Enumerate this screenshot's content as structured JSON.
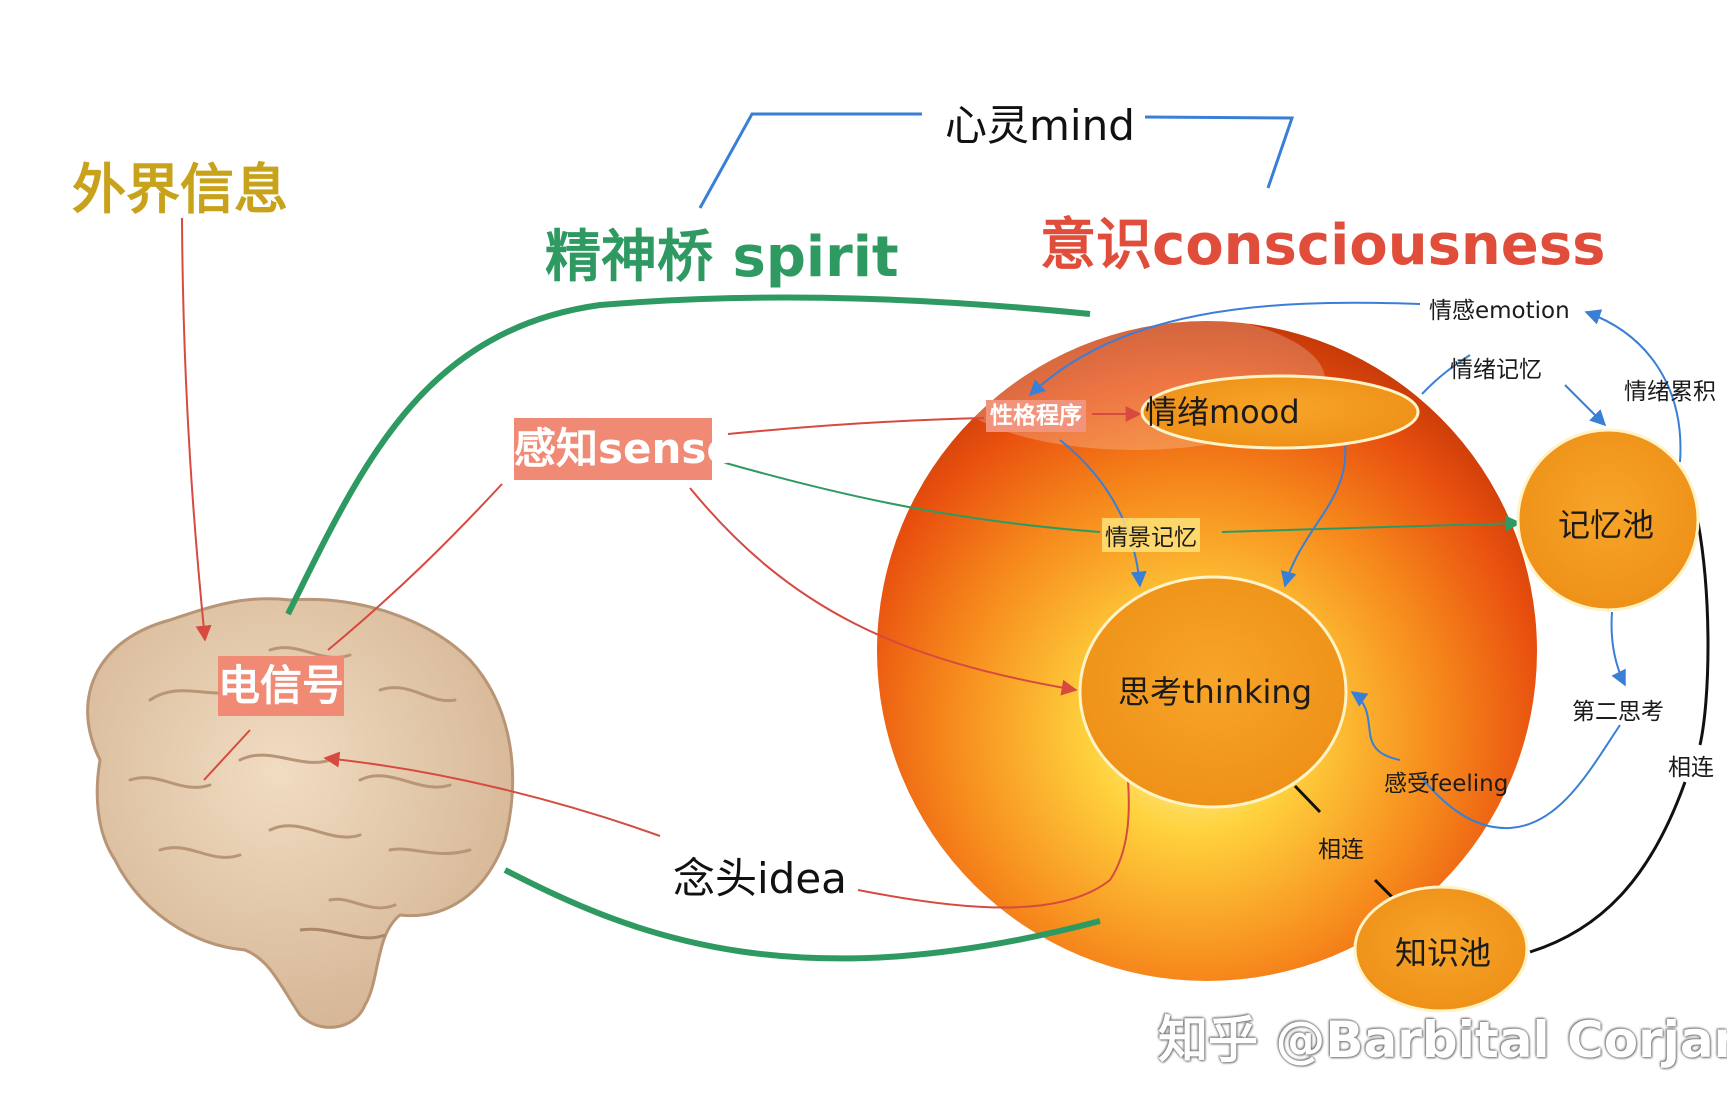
{
  "labels": {
    "mind": "心灵mind",
    "outside_info": "外界信息",
    "spirit": "精神桥 spirit",
    "consciousness": "意识consciousness",
    "sense": "感知sense",
    "electric_signal": "电信号",
    "idea": "念头idea",
    "personality_program": "性格程序",
    "mood": "情绪mood",
    "thinking": "思考thinking",
    "episodic_memory": "情景记忆",
    "emotion": "情感emotion",
    "emotional_memory": "情绪记忆",
    "emotion_accumulation": "情绪累积",
    "memory_pool": "记忆池",
    "second_thinking": "第二思考",
    "feeling": "感受feeling",
    "connected_1": "相连",
    "connected_2": "相连",
    "knowledge_pool": "知识池"
  },
  "watermark": "知乎 @Barbital Corjam",
  "colors": {
    "outside_text": "#c9a21b",
    "spirit_green": "#2e9a62",
    "consciousness_red": "#e04d3a",
    "arrow_red": "#d64a3f",
    "arrow_blue": "#3a7fd6",
    "arrow_green": "#2e9a62",
    "node_orange": "#f39b1f",
    "label_bg_salmon": "#f08a74"
  },
  "icons": [
    "brain-illustration",
    "consciousness-sphere"
  ]
}
